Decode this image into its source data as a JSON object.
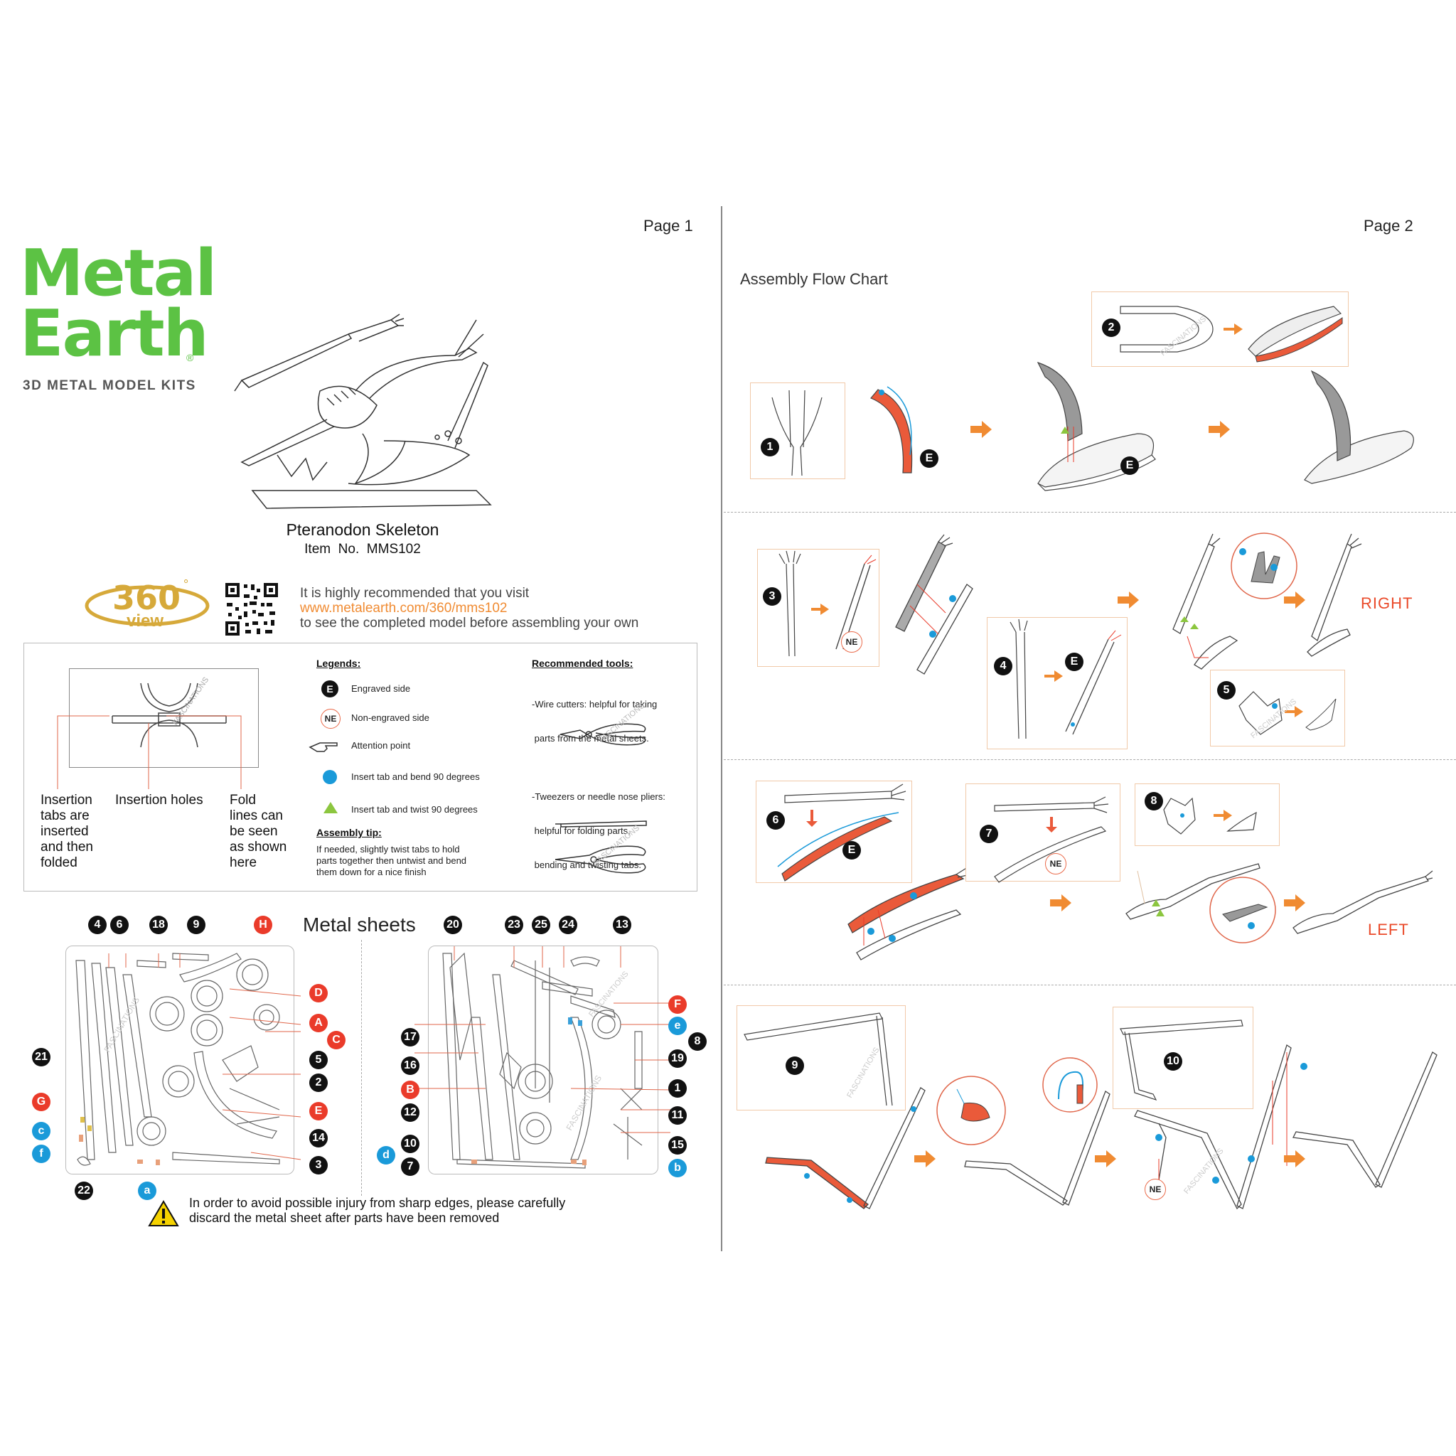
{
  "pages": {
    "left": "Page 1",
    "right": "Page 2"
  },
  "brand": {
    "line1": "Metal",
    "line2": "Earth",
    "registered": "®",
    "tagline": "3D METAL MODEL KITS",
    "green": "#5cc244"
  },
  "model": {
    "name": "Pteranodon Skeleton",
    "item": "Item  No.  MMS102"
  },
  "view360": {
    "number": "360",
    "degree": "°",
    "word": "view",
    "gold": "#d6a93a"
  },
  "recommend": {
    "line1": "It is highly recommended that you visit",
    "url": "www.metalearth.com/360/mms102",
    "line3": "to see the completed model before assembling your own"
  },
  "legend_panel": {
    "diagram_labels": {
      "tabs": [
        "Insertion",
        "tabs are",
        "inserted",
        "and then",
        "folded"
      ],
      "holes": "Insertion holes",
      "fold": [
        "Fold",
        "lines can",
        "be seen",
        "as shown",
        "here"
      ]
    },
    "legends_title": "Legends:",
    "legends": [
      {
        "badge": "E",
        "text": "Engraved side"
      },
      {
        "badge": "NE",
        "text": "Non-engraved side"
      },
      {
        "badge": "hand-pointer-icon",
        "text": "Attention point"
      },
      {
        "badge": "blue-dot-icon",
        "text": "Insert tab and bend 90 degrees"
      },
      {
        "badge": "green-triangle-icon",
        "text": "Insert tab and twist 90 degrees"
      }
    ],
    "tip_title": "Assembly tip:",
    "tip": [
      "If needed, slightly twist tabs to hold",
      "parts together then untwist and bend",
      "them down for a nice finish"
    ],
    "tools_title": "Recommended tools:",
    "tool1": [
      "-Wire cutters: helpful for taking",
      " parts from the metal sheets."
    ],
    "tool2": [
      "-Tweezers or needle nose pliers:",
      " helpful for folding parts,",
      " bending and twisting tabs."
    ]
  },
  "metal_sheets": {
    "title": "Metal sheets",
    "left_top": [
      "4",
      "6",
      "18",
      "9",
      "H"
    ],
    "left_right": [
      "D",
      "A",
      "C",
      "5",
      "2",
      "E",
      "14",
      "3"
    ],
    "left_left": [
      "21",
      "G",
      "c",
      "f"
    ],
    "left_bottom": [
      "22",
      "a"
    ],
    "right_top": [
      "20",
      "23",
      "25",
      "24",
      "13"
    ],
    "right_right": [
      "F",
      "e",
      "8",
      "19",
      "1",
      "11",
      "15",
      "b"
    ],
    "right_left": [
      "17",
      "16",
      "B",
      "12",
      "10",
      "d",
      "7"
    ]
  },
  "warning": [
    "In order to avoid possible injury from sharp edges, please carefully",
    "discard the metal sheet after parts have been removed"
  ],
  "flow": {
    "title": "Assembly Flow Chart",
    "steps": [
      "1",
      "2",
      "3",
      "4",
      "5",
      "6",
      "7",
      "8",
      "9",
      "10"
    ],
    "e": "E",
    "ne": "NE",
    "right": "RIGHT",
    "left": "LEFT",
    "watermark": "FASCINATIONS"
  },
  "colors": {
    "orange": "#f08b32",
    "red": "#ea3b2a",
    "blue": "#1a9ad9",
    "green": "#8cc63f",
    "frame": "#f1c9a8"
  }
}
